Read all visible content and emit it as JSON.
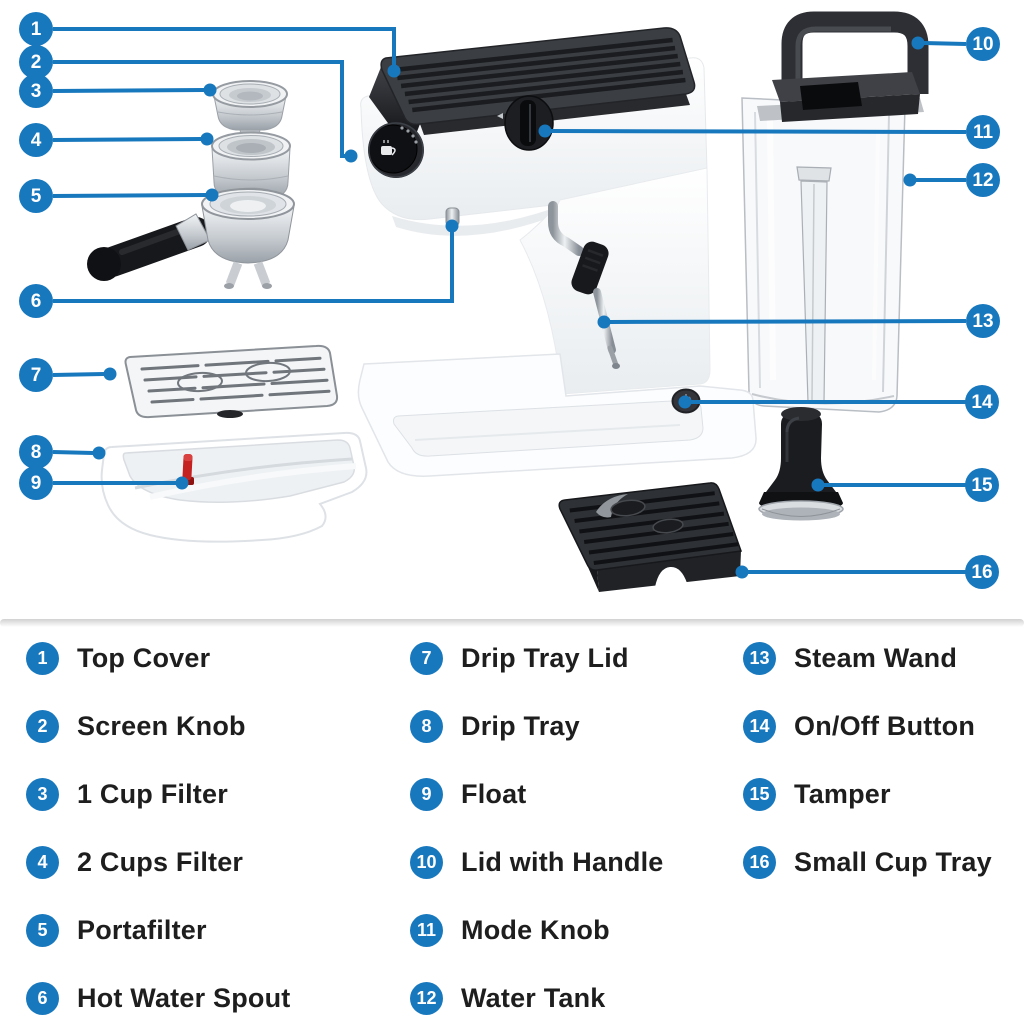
{
  "colors": {
    "accent_blue": "#1878be",
    "legend_text": "#1e1e1e",
    "float_red": "#c42120",
    "machine_body": "#ffffff",
    "cover_black": "#2b2d31"
  },
  "parts": [
    {
      "number": "1",
      "label": "Top Cover"
    },
    {
      "number": "2",
      "label": "Screen Knob"
    },
    {
      "number": "3",
      "label": "1 Cup Filter"
    },
    {
      "number": "4",
      "label": "2 Cups Filter"
    },
    {
      "number": "5",
      "label": "Portafilter"
    },
    {
      "number": "6",
      "label": "Hot Water Spout"
    },
    {
      "number": "7",
      "label": "Drip Tray Lid"
    },
    {
      "number": "8",
      "label": "Drip Tray"
    },
    {
      "number": "9",
      "label": "Float"
    },
    {
      "number": "10",
      "label": "Lid with Handle"
    },
    {
      "number": "11",
      "label": "Mode Knob"
    },
    {
      "number": "12",
      "label": "Water Tank"
    },
    {
      "number": "13",
      "label": "Steam Wand"
    },
    {
      "number": "14",
      "label": "On/Off Button"
    },
    {
      "number": "15",
      "label": "Tamper"
    },
    {
      "number": "16",
      "label": "Small Cup Tray"
    }
  ]
}
